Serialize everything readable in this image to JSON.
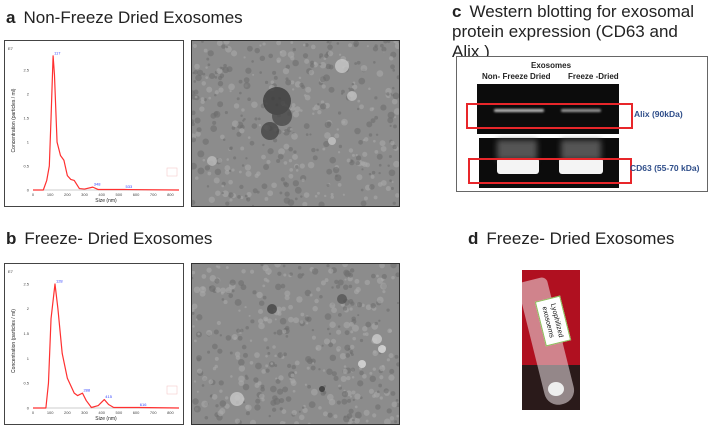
{
  "panels": {
    "a": {
      "letter": "a",
      "title": "Non-Freeze Dried Exosomes"
    },
    "b": {
      "letter": "b",
      "title": "Freeze- Dried  Exosomes"
    },
    "c": {
      "letter": "c",
      "title_line1": "Western blotting for exosomal",
      "title_line2": "protein expression (CD63 and Alix )",
      "group_label": "Exosomes",
      "lane1": "Non- Freeze Dried",
      "lane2": "Freeze -Dried",
      "band1": "Alix (90kDa)",
      "band2": "CD63 (55-70 kDa)",
      "highlight_color": "#e8262a"
    },
    "d": {
      "letter": "d",
      "title": "Freeze- Dried  Exosomes",
      "tube_label": "Lyophilized exosoems"
    }
  },
  "chart_data": [
    {
      "type": "line",
      "panel": "a",
      "exponent": "E7",
      "xlabel": "Size (nm)",
      "ylabel": "Concentration (particles / ml)",
      "xlim": [
        0,
        850
      ],
      "ylim": [
        0,
        2.9
      ],
      "xticks": [
        0,
        100,
        200,
        300,
        400,
        500,
        600,
        700,
        800
      ],
      "yticks": [
        0,
        0.5,
        1.0,
        1.5,
        2.0,
        2.5
      ],
      "color": "#ff3030",
      "peak_labels": [
        {
          "x": 117,
          "y": 2.8,
          "text": "117"
        },
        {
          "x": 348,
          "y": 0.06,
          "text": "348"
        },
        {
          "x": 533,
          "y": 0.01,
          "text": "533"
        }
      ],
      "x": [
        0,
        60,
        80,
        95,
        105,
        117,
        125,
        140,
        160,
        180,
        200,
        220,
        240,
        270,
        300,
        348,
        380,
        533,
        850
      ],
      "y": [
        0,
        0,
        0.2,
        0.5,
        1.5,
        2.8,
        2.4,
        1.0,
        0.72,
        0.62,
        0.3,
        0.22,
        0.2,
        0.03,
        0.02,
        0.06,
        0.01,
        0.01,
        0
      ]
    },
    {
      "type": "line",
      "panel": "b",
      "exponent": "E7",
      "xlabel": "Size (nm)",
      "ylabel": "Concentration (particles / ml)",
      "xlim": [
        0,
        850
      ],
      "ylim": [
        0,
        2.7
      ],
      "xticks": [
        0,
        100,
        200,
        300,
        400,
        500,
        600,
        700,
        800
      ],
      "yticks": [
        0,
        0.5,
        1.0,
        1.5,
        2.0,
        2.5
      ],
      "color": "#ff3030",
      "peak_labels": [
        {
          "x": 128,
          "y": 2.5,
          "text": "128"
        },
        {
          "x": 288,
          "y": 0.3,
          "text": "288"
        },
        {
          "x": 415,
          "y": 0.17,
          "text": "415"
        },
        {
          "x": 616,
          "y": 0.01,
          "text": "616"
        }
      ],
      "x": [
        0,
        75,
        90,
        105,
        128,
        145,
        170,
        200,
        240,
        260,
        288,
        310,
        340,
        380,
        415,
        440,
        470,
        616,
        850
      ],
      "y": [
        0,
        0,
        0.5,
        1.8,
        2.5,
        2.0,
        1.1,
        0.6,
        0.3,
        0.25,
        0.3,
        0.15,
        0.01,
        0.05,
        0.17,
        0.07,
        0.01,
        0.01,
        0
      ]
    }
  ]
}
